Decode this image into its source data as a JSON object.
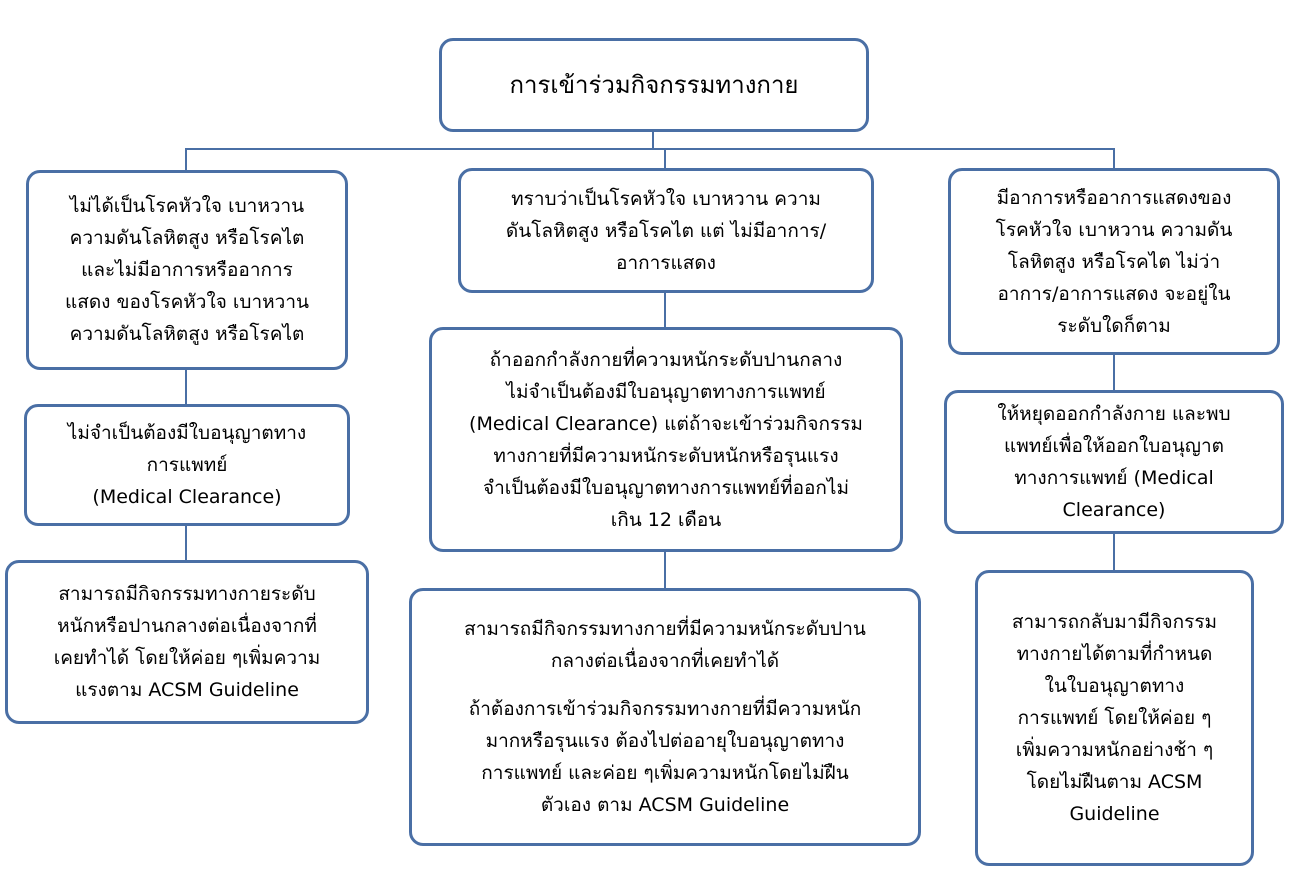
{
  "diagram": {
    "root": {
      "lines": [
        "การเข้าร่วมกิจกรรมทางกาย"
      ]
    },
    "left": {
      "condition": {
        "lines": [
          "ไม่ได้เป็นโรคหัวใจ เบาหวาน",
          "ความดันโลหิตสูง หรือโรคไต",
          "และไม่มีอาการหรืออาการ",
          "แสดง ของโรคหัวใจ เบาหวาน",
          "ความดันโลหิตสูง หรือโรคไต"
        ]
      },
      "clearance": {
        "lines": [
          "ไม่จำเป็นต้องมีใบอนุญาตทาง",
          "การแพทย์",
          "(Medical Clearance)"
        ]
      },
      "activity": {
        "lines": [
          "สามารถมีกิจกรรมทางกายระดับ",
          "หนักหรือปานกลางต่อเนื่องจากที่",
          "เคยทำได้   โดยให้ค่อย ๆเพิ่มความ",
          "แรงตาม ACSM Guideline"
        ]
      }
    },
    "middle": {
      "condition": {
        "lines": [
          "ทราบว่าเป็นโรคหัวใจ เบาหวาน ความ",
          "ดันโลหิตสูง หรือโรคไต แต่ ไม่มีอาการ/",
          "อาการแสดง"
        ]
      },
      "clearance": {
        "lines": [
          "ถ้าออกกำลังกายที่ความหนักระดับปานกลาง",
          "ไม่จำเป็นต้องมีใบอนุญาตทางการแพทย์",
          "(Medical Clearance)  แต่ถ้าจะเข้าร่วมกิจกรรม",
          "ทางกายที่มีความหนักระดับหนักหรือรุนแรง",
          "จำเป็นต้องมีใบอนุญาตทางการแพทย์ที่ออกไม่",
          "เกิน  12 เดือน"
        ]
      },
      "activity": {
        "lines_part1": [
          "สามารถมีกิจกรรมทางกายที่มีความหนักระดับปาน",
          "กลางต่อเนื่องจากที่เคยทำได้"
        ],
        "lines_part2": [
          "ถ้าต้องการเข้าร่วมกิจกรรมทางกายที่มีความหนัก",
          "มากหรือรุนแรง ต้องไปต่ออายุใบอนุญาตทาง",
          "การแพทย์ และค่อย ๆเพิ่มความหนักโดยไม่ฝืน",
          "ตัวเอง ตาม ACSM Guideline"
        ]
      }
    },
    "right": {
      "condition": {
        "lines": [
          "มีอาการหรืออาการแสดงของ",
          "โรคหัวใจ เบาหวาน ความดัน",
          "โลหิตสูง  หรือโรคไต ไม่ว่า",
          "อาการ/อาการแสดง จะอยู่ใน",
          "ระดับใดก็ตาม"
        ]
      },
      "clearance": {
        "lines": [
          "ให้หยุดออกกำลังกาย และพบ",
          "แพทย์เพื่อให้ออกใบอนุญาต",
          "ทางการแพทย์ (Medical",
          "Clearance)"
        ]
      },
      "activity": {
        "lines": [
          "สามารถกลับมามีกิจกรรม",
          "ทางกายได้ตามที่กำหนด",
          "ในใบอนุญาตทาง",
          "การแพทย์ โดยให้ค่อย ๆ",
          "เพิ่มความหนักอย่างช้า ๆ",
          "โดยไม่ฝืนตาม ACSM",
          "Guideline"
        ]
      }
    }
  },
  "colors": {
    "box_border": "#4a6fa5",
    "connector": "#4a6fa5",
    "text": "#000000",
    "background": "#ffffff"
  }
}
